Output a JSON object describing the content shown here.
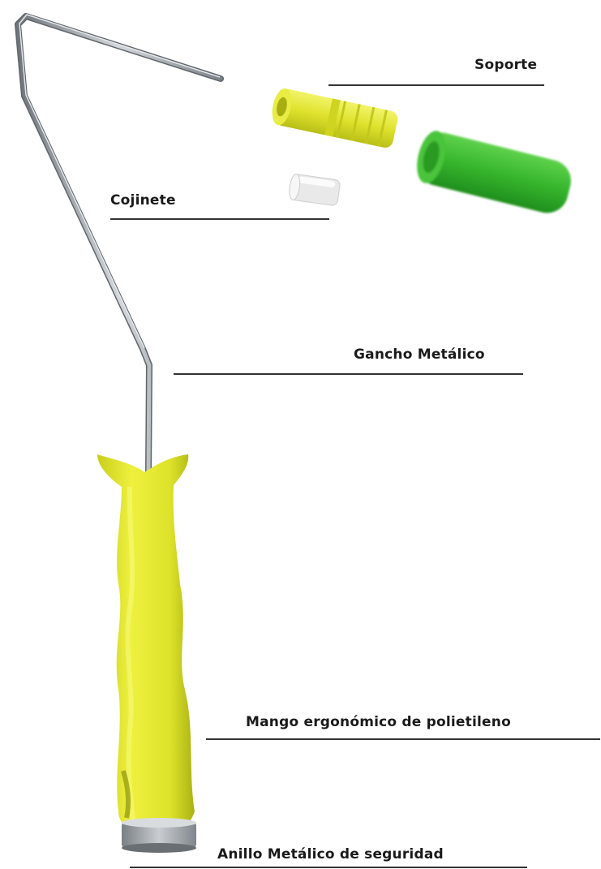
{
  "labels": {
    "soporte": "Soporte",
    "cojinete": "Cojinete",
    "gancho": "Gancho Metálico",
    "mango": "Mango ergonómico de polietileno",
    "anillo": "Anillo Metálico de seguridad"
  },
  "colors": {
    "handle": "#e2e62a",
    "handle_dark": "#b8c016",
    "roller_cover": "#35b82f",
    "metal": "#9aa0a6",
    "bearing": "#f0f0f0",
    "line": "#333333"
  },
  "icons": [
    "paint-roller-frame",
    "roller-cover",
    "support-sleeve",
    "bearing",
    "safety-ring"
  ]
}
